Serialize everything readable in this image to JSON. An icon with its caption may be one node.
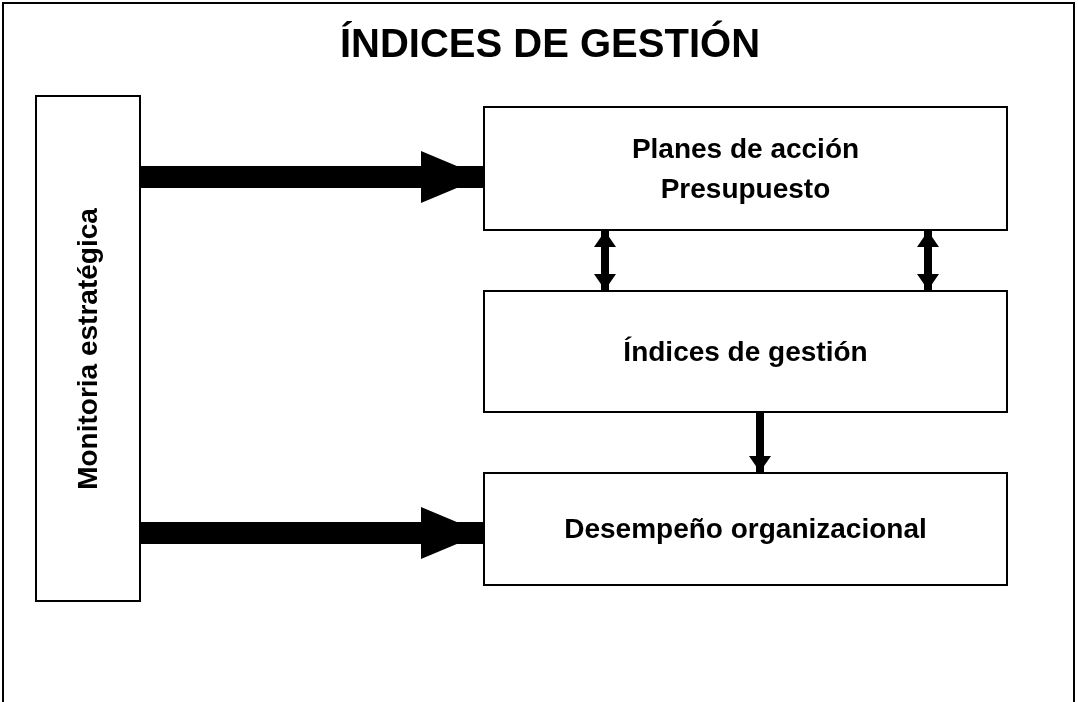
{
  "diagram": {
    "title": "ÍNDICES DE GESTIÓN",
    "nodes": [
      {
        "text": [
          "Monitoria estratégica"
        ]
      },
      {
        "text": [
          "Planes de acción",
          "Presupuesto"
        ]
      },
      {
        "text": [
          "Índices de gestión"
        ]
      },
      {
        "text": [
          "Desempeño organizacional"
        ]
      }
    ],
    "edges": [
      {
        "from": 0,
        "to": 1,
        "arrow": "to",
        "style": "thick"
      },
      {
        "from": 0,
        "to": 3,
        "arrow": "to",
        "style": "thick"
      },
      {
        "from": 1,
        "to": 2,
        "arrow": "both"
      },
      {
        "from": 1,
        "to": 2,
        "arrow": "both"
      },
      {
        "from": 2,
        "to": 3,
        "arrow": "to"
      }
    ]
  }
}
